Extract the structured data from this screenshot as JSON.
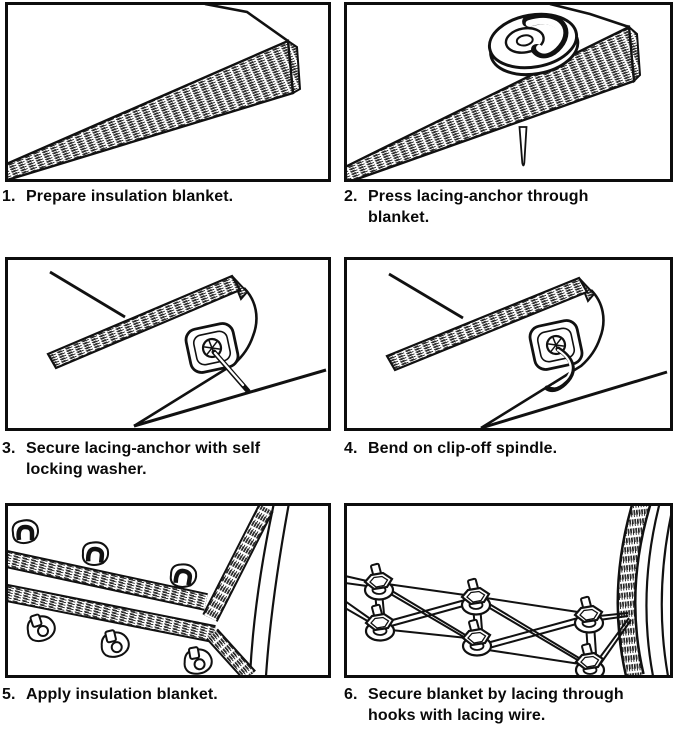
{
  "page": {
    "background": "#ffffff",
    "line_color": "#111111",
    "description_visible_text_only": true
  },
  "steps": [
    {
      "num": "1.",
      "line1": "Prepare insulation blanket.",
      "line2": ""
    },
    {
      "num": "2.",
      "line1": "Press lacing-anchor through",
      "line2": "blanket."
    },
    {
      "num": "3.",
      "line1": "Secure lacing-anchor with self",
      "line2": "locking washer."
    },
    {
      "num": "4.",
      "line1": "Bend on clip-off spindle.",
      "line2": ""
    },
    {
      "num": "5.",
      "line1": "Apply insulation blanket.",
      "line2": ""
    },
    {
      "num": "6.",
      "line1": "Secure blanket by lacing through",
      "line2": "hooks with lacing wire."
    }
  ]
}
